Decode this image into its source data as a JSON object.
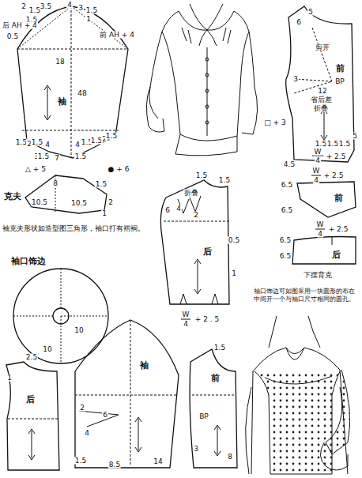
{
  "diagram": {
    "nodes": [
      {
        "text": [
          "袖"
        ]
      },
      {
        "text": [
          "克夫"
        ]
      },
      {
        "text": [
          "前"
        ]
      },
      {
        "text": [
          "前"
        ]
      },
      {
        "text": [
          "后"
        ]
      },
      {
        "text": [
          "后"
        ]
      },
      {
        "text": [
          "袖口饰边"
        ]
      },
      {
        "text": [
          "后"
        ]
      },
      {
        "text": [
          "袖"
        ]
      },
      {
        "text": [
          "前"
        ]
      }
    ],
    "labels": [
      "2",
      "1.5",
      "3.5",
      "4",
      "3",
      "1.5",
      "1.5",
      "1",
      "后 AH + 4",
      "0.5",
      "前 AH + 4",
      "18",
      "48",
      "1.5",
      "2",
      "1.5",
      "4",
      "4",
      "1.5",
      "1.5",
      "2",
      "1.5",
      "3",
      "1.5",
      "7",
      "1.5",
      "△ + 5",
      "● + 6",
      "8",
      "10.5",
      "10.5",
      "1.5",
      "2",
      "1",
      "袖克夫形状如造型图三角形，袖口打有褶裥。",
      "5",
      "6",
      "剪开",
      "3",
      "BP",
      "12",
      "省后差",
      "折叠",
      "□ + 3",
      "1.5",
      "1.5",
      "1.5",
      "4.5",
      "W",
      "4",
      "+ 2.5",
      "5",
      "W",
      "4",
      "+ 2.5",
      "6.5",
      "6.5",
      "W",
      "4",
      "+ 2.5",
      "6.5",
      "6.5",
      "下摆育克",
      "1.5",
      "1.5",
      "6",
      "折叠",
      "4",
      "2",
      "0.5",
      "1",
      "W",
      "4",
      "+ 2 . 5",
      "10",
      "10",
      "袖口饰边可如图采用一块圆形的布在中间开一个与袖口尺寸相同的圆孔。",
      "2.5",
      "1",
      "2",
      "6",
      "4",
      "1.5",
      "8.5",
      "14",
      "1.5",
      "BP",
      "3",
      "8"
    ]
  }
}
